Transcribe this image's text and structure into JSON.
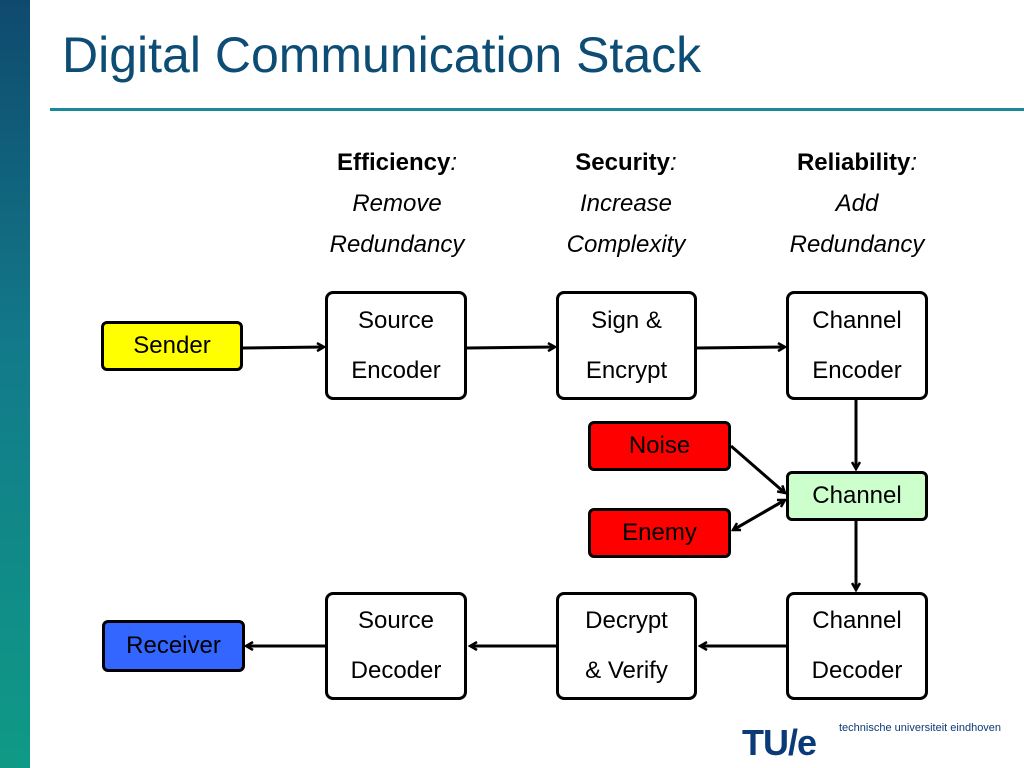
{
  "title": "Digital Communication Stack",
  "headers": [
    {
      "label": "Efficiency",
      "colon": ":",
      "line1": "Remove",
      "line2": "Redundancy"
    },
    {
      "label": "Security",
      "colon": ":",
      "line1": "Increase",
      "line2": "Complexity"
    },
    {
      "label": "Reliability",
      "colon": ":",
      "line1": "Add",
      "line2": "Redundancy"
    }
  ],
  "nodes": {
    "sender": {
      "label": "Sender",
      "color": "#ffff00"
    },
    "source_encoder": {
      "line1": "Source",
      "line2": "Encoder"
    },
    "sign_encrypt": {
      "line1": "Sign &",
      "line2": "Encrypt"
    },
    "channel_encoder": {
      "line1": "Channel",
      "line2": "Encoder"
    },
    "noise": {
      "label": "Noise",
      "color": "#ff0000"
    },
    "channel": {
      "label": "Channel",
      "color": "#ccffcc"
    },
    "enemy": {
      "label": "Enemy",
      "color": "#ff0000"
    },
    "channel_decoder": {
      "line1": "Channel",
      "line2": "Decoder"
    },
    "decrypt_verify": {
      "line1": "Decrypt",
      "line2": "& Verify"
    },
    "source_decoder": {
      "line1": "Source",
      "line2": "Decoder"
    },
    "receiver": {
      "label": "Receiver",
      "color": "#3366ff"
    }
  },
  "logo": {
    "mark": "TU/e",
    "text": "technische universiteit eindhoven"
  }
}
